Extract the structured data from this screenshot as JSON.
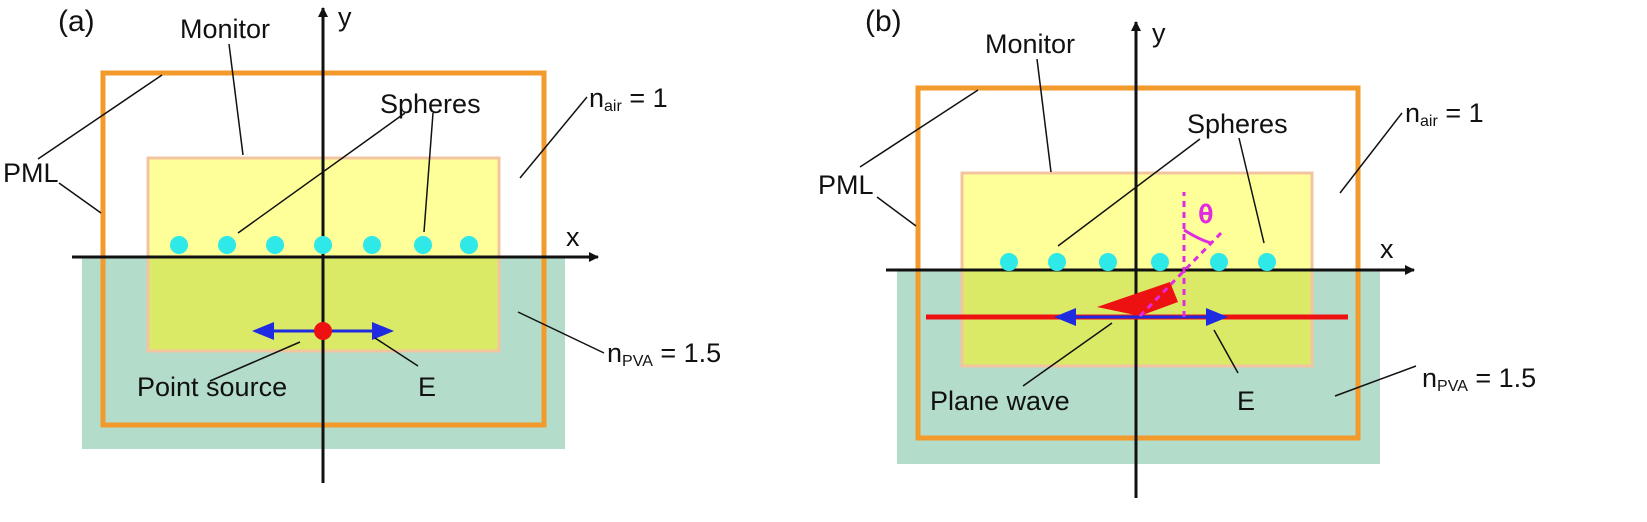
{
  "colors": {
    "pml": "#F39A2C",
    "monitor_fill": "#FFFF99",
    "monitor_edge": "#F2C4A0",
    "pva": "#B3DCCB",
    "overlap": "#DAEA66",
    "sphere": "#2FE8E8",
    "source": "#EE1111",
    "efield": "#1F2BE0",
    "wave": "#EE1111",
    "angle": "#E02BE0"
  },
  "panels": [
    {
      "id": "a",
      "panel_label": "(a)",
      "y_axis": "y",
      "x_axis": "x",
      "monitor": "Monitor",
      "spheres": "Spheres",
      "pml": "PML",
      "n_air": {
        "base": "n",
        "sub": "air",
        "value": " = 1"
      },
      "n_pva": {
        "base": "n",
        "sub": "PVA",
        "value": " = 1.5"
      },
      "source": "Point source",
      "e_field": "E"
    },
    {
      "id": "b",
      "panel_label": "(b)",
      "y_axis": "y",
      "x_axis": "x",
      "monitor": "Monitor",
      "spheres": "Spheres",
      "pml": "PML",
      "n_air": {
        "base": "n",
        "sub": "air",
        "value": " = 1"
      },
      "n_pva": {
        "base": "n",
        "sub": "PVA",
        "value": " = 1.5"
      },
      "source": "Plane wave",
      "e_field": "E",
      "angle": "θ"
    }
  ]
}
